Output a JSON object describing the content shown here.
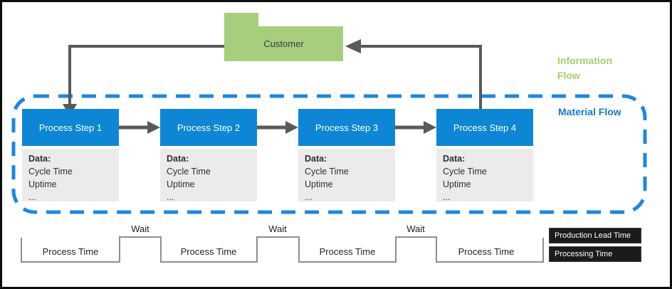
{
  "diagram": {
    "customer": {
      "label": "Customer"
    },
    "flow_labels": {
      "information": "Information Flow",
      "material": "Material Flow"
    },
    "process_steps": [
      {
        "title": "Process Step 1",
        "data_header": "Data:",
        "data_items": [
          "Cycle Time",
          "Uptime",
          "..."
        ]
      },
      {
        "title": "Process Step 2",
        "data_header": "Data:",
        "data_items": [
          "Cycle Time",
          "Uptime",
          "..."
        ]
      },
      {
        "title": "Process Step 3",
        "data_header": "Data:",
        "data_items": [
          "Cycle Time",
          "Uptime",
          "..."
        ]
      },
      {
        "title": "Process Step 4",
        "data_header": "Data:",
        "data_items": [
          "Cycle Time",
          "Uptime",
          "..."
        ]
      }
    ],
    "timeline": {
      "wait_labels": [
        "Wait",
        "Wait",
        "Wait"
      ],
      "process_time_labels": [
        "Process Time",
        "Process Time",
        "Process Time",
        "Process Time"
      ]
    },
    "legend": [
      {
        "label": "Production Lead Time"
      },
      {
        "label": "Processing Time"
      }
    ],
    "colors": {
      "process_header_blue": "#0e86d6",
      "material_flow_blue": "#1678d2",
      "dashed_border_blue": "#1b87e4",
      "customer_green": "#a6ce7d",
      "information_flow_green": "#a3d068",
      "arrow_gray": "#595959",
      "data_box_gray": "#ebebeb",
      "timeline_gray": "#8f8f8f",
      "legend_black": "#1b1b1b"
    }
  }
}
